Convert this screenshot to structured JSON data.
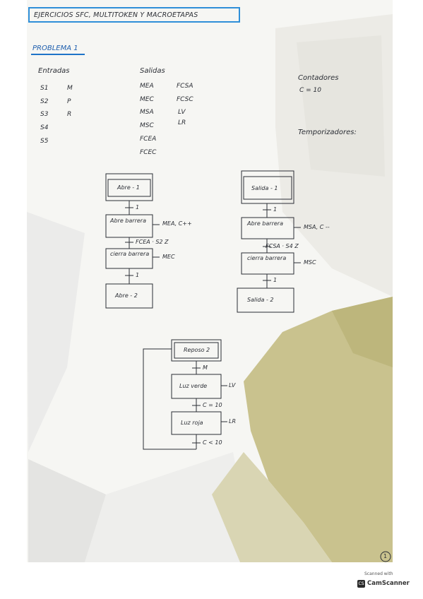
{
  "title": "EJERCICIOS SFC, MULTITOKEN Y MACROETAPAS",
  "problem": "PROBLEMA 1",
  "entradas": {
    "header": "Entradas",
    "rows": [
      {
        "s": "S1",
        "v": "M"
      },
      {
        "s": "S2",
        "v": "P"
      },
      {
        "s": "S3",
        "v": "R"
      },
      {
        "s": "S4",
        "v": ""
      },
      {
        "s": "S5",
        "v": ""
      }
    ]
  },
  "salidas": {
    "header": "Salidas",
    "col1": [
      "MEA",
      "MEC",
      "MSA",
      "MSC",
      "FCEA",
      "FCEC"
    ],
    "col2": [
      "FCSA",
      "FCSC",
      "LV",
      "LR"
    ]
  },
  "contadores": {
    "header": "Contadores",
    "value": "C = 10"
  },
  "temporizadores": {
    "header": "Temporizadores:"
  },
  "grafcet_entrada": {
    "initial_step": "Abre - 1",
    "t1": "1",
    "step2": "Abre barrera",
    "step2_action": "MEA, C++",
    "t2": "FCEA · S2 Z",
    "step3": "cierra barrera",
    "step3_action": "MEC",
    "t3": "1",
    "final_step": "Abre - 2"
  },
  "grafcet_salida": {
    "initial_step": "Salida - 1",
    "t1": "1",
    "step2": "Abre barrera",
    "step2_action": "MSA, C --",
    "t2": "FCSA · S4 Z",
    "step3": "cierra barrera",
    "step3_action": "MSC",
    "t3": "1",
    "final_step": "Salida - 2"
  },
  "grafcet_luces": {
    "initial_step": "Reposo 2",
    "t1": "M",
    "step2": "Luz verde",
    "step2_action": "LV",
    "t2": "C = 10",
    "step3": "Luz roja",
    "step3_action": "LR",
    "t3": "C < 10"
  },
  "page_number": "1",
  "watermark": {
    "line1": "Scanned with",
    "line2": "CamScanner"
  },
  "colors": {
    "ink": "#2b2e35",
    "title_border": "#2f8fd8",
    "stain": "#c9c28e"
  }
}
